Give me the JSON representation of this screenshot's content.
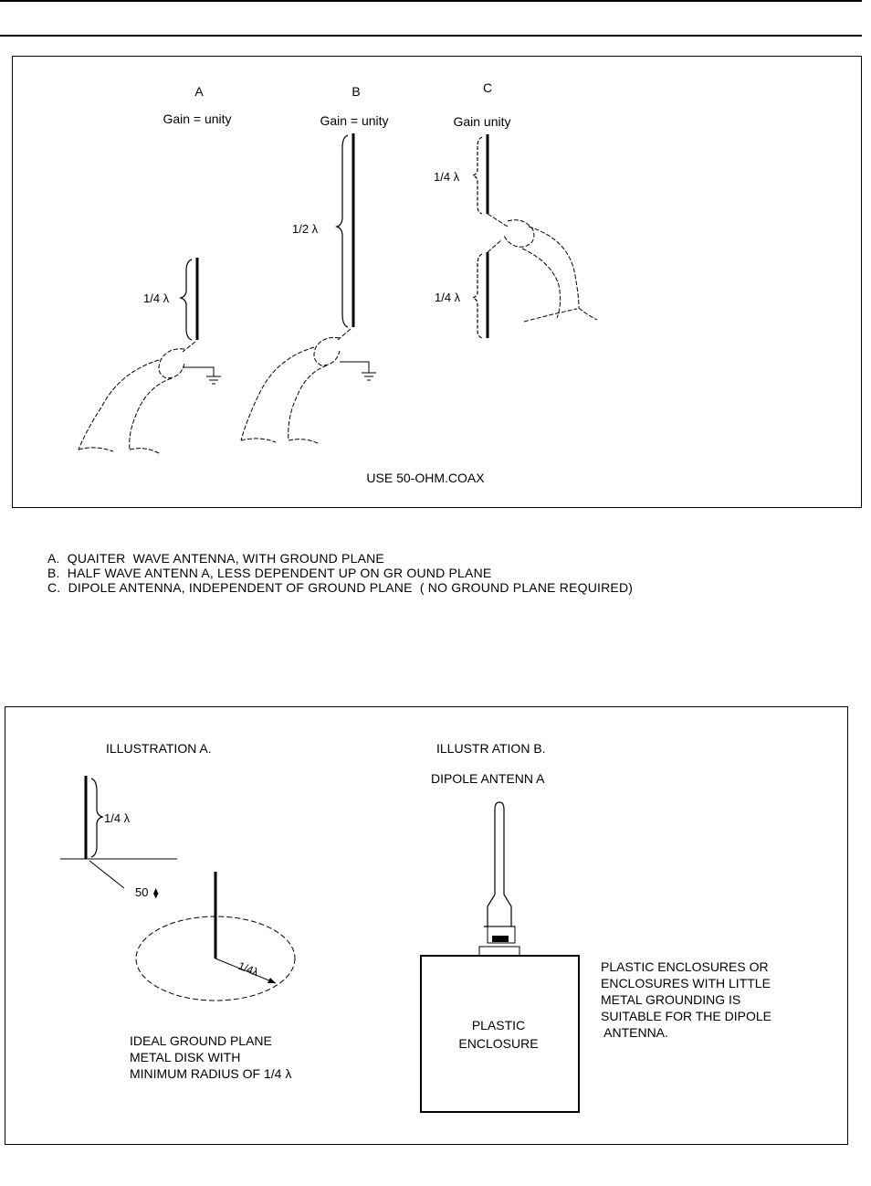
{
  "figure1": {
    "A": {
      "letter": "A",
      "gain": "Gain = unity",
      "length": "1/4 λ"
    },
    "B": {
      "letter": "B",
      "gain": "Gain = unity",
      "length": "1/2 λ"
    },
    "C": {
      "letter": "C",
      "gain": "Gain unity",
      "length_top": "1/4 λ",
      "length_bottom": "1/4 λ"
    },
    "coax_note": "USE 50-OHM.COAX"
  },
  "legend": {
    "line_a": "A.  QUAITER  WAVE ANTENNA, WITH GROUND PLANE",
    "line_b": "B.  HALF WAVE ANTENN A, LESS DEPENDENT UP ON GR OUND PLANE",
    "line_c": "C.  DIPOLE ANTENNA, INDEPENDENT OF GROUND PLANE  ( NO GROUND PLANE REQUIRED)"
  },
  "figure2": {
    "illus_a_title": "ILLUSTRATION  A.",
    "illus_a_length": "1/4 λ",
    "illus_a_ohm": "50",
    "illus_a_radius": "1/4λ",
    "illus_a_caption": [
      "IDEAL GROUND PLANE",
      "METAL DISK WITH",
      "MINIMUM RADIUS OF 1/4 λ"
    ],
    "illus_b_title": "ILLUSTR ATION  B.",
    "illus_b_subtitle": "DIPOLE ANTENN A",
    "enclosure_label": [
      "PLASTIC",
      "ENCLOSURE"
    ],
    "note": [
      "PLASTIC ENCLOSURES OR",
      "ENCLOSURES WITH LITTLE",
      "METAL GROUNDING IS",
      "SUITABLE FOR THE DIPOLE",
      " ANTENNA."
    ]
  }
}
